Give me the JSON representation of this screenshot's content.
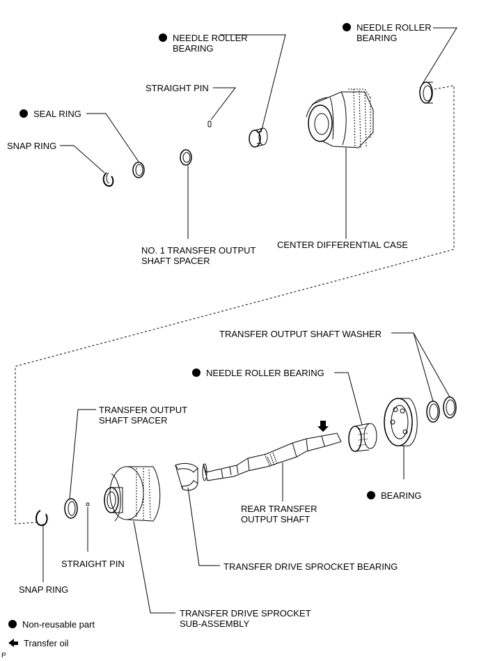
{
  "labels": {
    "needle_roller_bearing_top": [
      "NEEDLE ROLLER",
      "BEARING"
    ],
    "needle_roller_bearing_right": [
      "NEEDLE ROLLER",
      "BEARING"
    ],
    "straight_pin_top": "STRAIGHT PIN",
    "seal_ring": "SEAL RING",
    "snap_ring_top": "SNAP RING",
    "no1_spacer": [
      "NO. 1 TRANSFER OUTPUT",
      "SHAFT SPACER"
    ],
    "center_diff_case": "CENTER DIFFERENTIAL CASE",
    "output_shaft_washer": "TRANSFER OUTPUT SHAFT WASHER",
    "needle_roller_bearing_mid": "NEEDLE ROLLER BEARING",
    "output_shaft_spacer": [
      "TRANSFER OUTPUT",
      "SHAFT SPACER"
    ],
    "bearing": "BEARING",
    "rear_output_shaft": [
      "REAR TRANSFER",
      "OUTPUT SHAFT"
    ],
    "straight_pin_bottom": "STRAIGHT PIN",
    "sprocket_bearing": "TRANSFER DRIVE SPROCKET BEARING",
    "snap_ring_bottom": "SNAP RING",
    "drive_sprocket": [
      "TRANSFER DRIVE SPROCKET",
      "SUB-ASSEMBLY"
    ]
  },
  "legend": {
    "non_reusable": "Non-reusable part",
    "transfer_oil": "Transfer oil"
  },
  "page_marker": "P",
  "colors": {
    "ink": "#000000",
    "background": "#ffffff"
  }
}
